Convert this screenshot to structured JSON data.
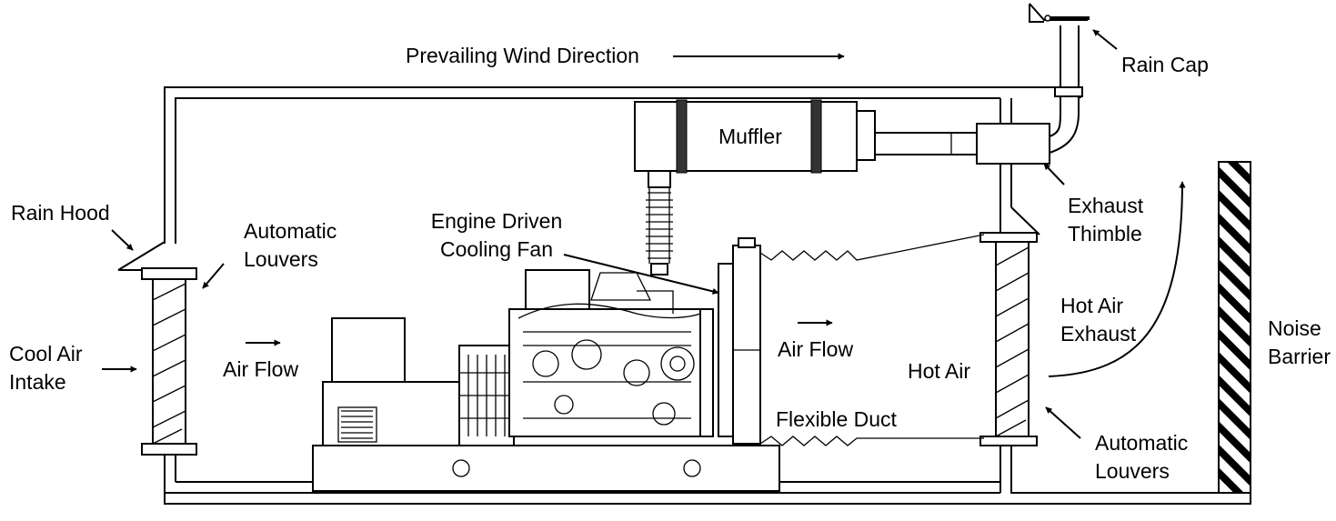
{
  "labels": {
    "prevailing_wind": "Prevailing Wind Direction",
    "rain_cap": "Rain Cap",
    "muffler": "Muffler",
    "rain_hood": "Rain Hood",
    "auto_louvers_intake": [
      "Automatic",
      "Louvers"
    ],
    "engine_fan": [
      "Engine Driven",
      "Cooling Fan"
    ],
    "exhaust_thimble": [
      "Exhaust",
      "Thimble"
    ],
    "hot_air_exhaust": [
      "Hot Air",
      "Exhaust"
    ],
    "cool_air_intake": [
      "Cool Air",
      "Intake"
    ],
    "air_flow_left": "Air Flow",
    "air_flow_right": "Air Flow",
    "hot_air": "Hot Air",
    "noise_barrier": [
      "Noise",
      "Barrier"
    ],
    "flexible_duct": "Flexible Duct",
    "auto_louvers_outlet": [
      "Automatic",
      "Louvers"
    ]
  },
  "icons": {
    "arrow": "arrow-icon",
    "engine": "engine-icon",
    "radiator": "radiator-icon",
    "generator": "generator-icon"
  },
  "colors": {
    "line": "#000000",
    "background": "#ffffff"
  }
}
